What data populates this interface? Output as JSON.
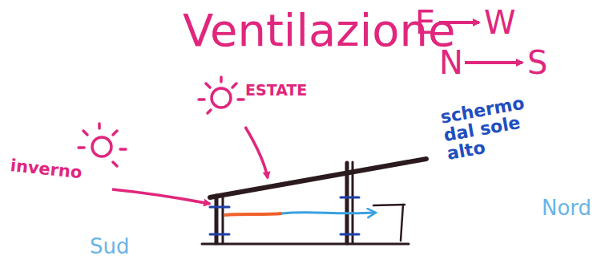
{
  "diagram": {
    "title": "Ventilazione",
    "labels": [
      "E",
      "W",
      "N",
      "S",
      "ESTATE",
      "inverno",
      "schermo dal sole alto",
      "Nord",
      "Sud"
    ]
  }
}
